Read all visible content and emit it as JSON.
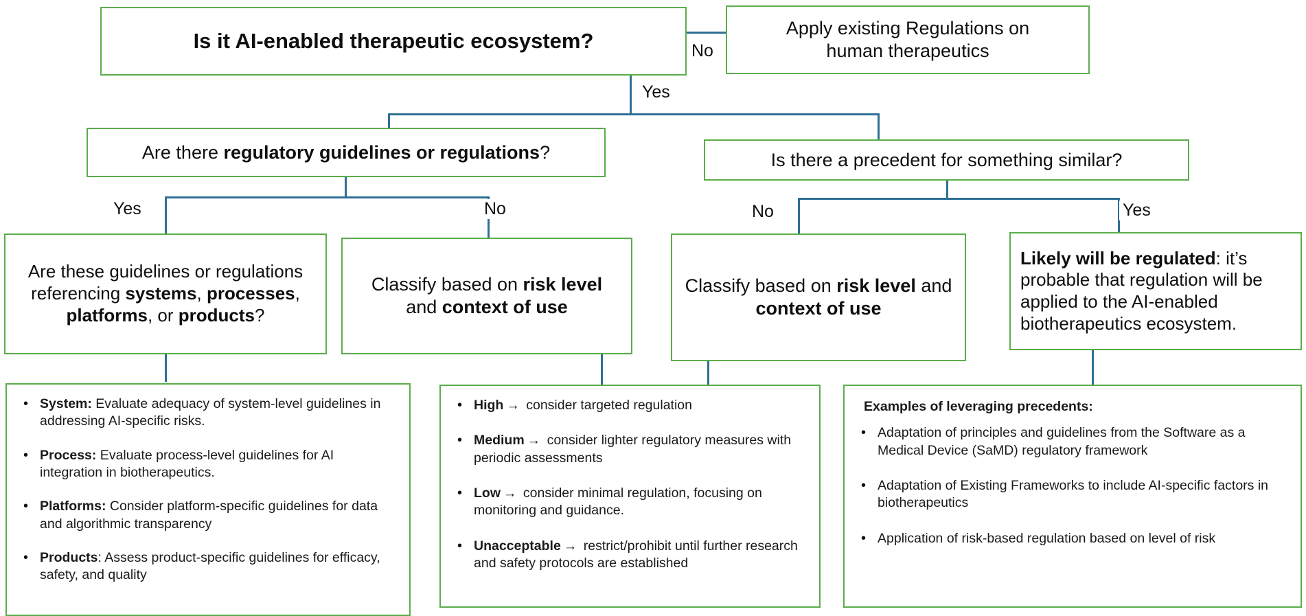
{
  "diagram": {
    "title_node": {
      "id": "root-question",
      "text_plain": "Is it AI-enabled therapeutic ecosystem?",
      "bold_all": true
    },
    "nodes": {
      "root": {
        "label": "Is it AI-enabled therapeutic ecosystem?"
      },
      "apply_existing": {
        "line1": "Apply existing Regulations on",
        "line2": "human therapeutics"
      },
      "reg_guidelines": {
        "seg1": "Are there ",
        "seg2_bold": "regulatory guidelines or regulations",
        "seg3": "?"
      },
      "precedent": {
        "label": "Is there a precedent for something similar?"
      },
      "referencing": {
        "seg1": "Are these guidelines or regulations referencing ",
        "seg2_bold": "systems",
        "seg3": ", ",
        "seg4_bold": "processes",
        "seg5": ", ",
        "seg6_bold": "platforms",
        "seg7": ", or ",
        "seg8_bold": "products",
        "seg9": "?"
      },
      "classify_left": {
        "seg1": "Classify based on ",
        "seg2_bold": "risk level",
        "seg3": " and ",
        "seg4_bold": "context of use"
      },
      "classify_right": {
        "seg1": "Classify based on ",
        "seg2_bold": "risk level",
        "seg3": " and ",
        "seg4_bold": "context of use"
      },
      "likely_regulated": {
        "seg1_bold": "Likely will be regulated",
        "seg2": ": it’s probable that regulation will be applied to the AI-enabled biotherapeutics ecosystem."
      }
    },
    "edge_labels": {
      "root_no": "No",
      "root_yes": "Yes",
      "guidelines_yes": "Yes",
      "guidelines_no": "No",
      "precedent_no": "No",
      "precedent_yes": "Yes"
    },
    "left_bullets": {
      "items": [
        {
          "bold": "System:",
          "rest": " Evaluate adequacy of system-level guidelines in addressing AI-specific risks."
        },
        {
          "bold": "Process:",
          "rest": " Evaluate process-level guidelines for AI integration in biotherapeutics."
        },
        {
          "bold": "Platforms:",
          "rest": " Consider platform-specific guidelines for data and algorithmic transparency"
        },
        {
          "bold": "Products",
          "rest": ": Assess product-specific guidelines for efficacy, safety, and quality"
        }
      ]
    },
    "mid_bullets": {
      "arrow_glyph": "→",
      "items": [
        {
          "bold": "High",
          "rest": " consider targeted regulation"
        },
        {
          "bold": "Medium",
          "rest": " consider lighter regulatory measures with periodic assessments"
        },
        {
          "bold": "Low",
          "rest": "  consider minimal regulation, focusing on monitoring and guidance."
        },
        {
          "bold": "Unacceptable",
          "rest": " restrict/prohibit until further research and safety protocols are established"
        }
      ]
    },
    "right_bullets": {
      "heading_bold": "Examples of leveraging precedents",
      "heading_rest": ":",
      "items": [
        {
          "text": "Adaptation of principles and guidelines from the Software as a Medical Device (SaMD) regulatory framework"
        },
        {
          "text": "Adaptation of Existing Frameworks to include AI-specific factors in biotherapeutics"
        },
        {
          "text": "Application of risk-based regulation based on level of risk"
        }
      ]
    },
    "colors": {
      "box_border": "#5aad4a",
      "connector": "#2e6f94",
      "text": "#111111",
      "background": "#ffffff"
    }
  }
}
